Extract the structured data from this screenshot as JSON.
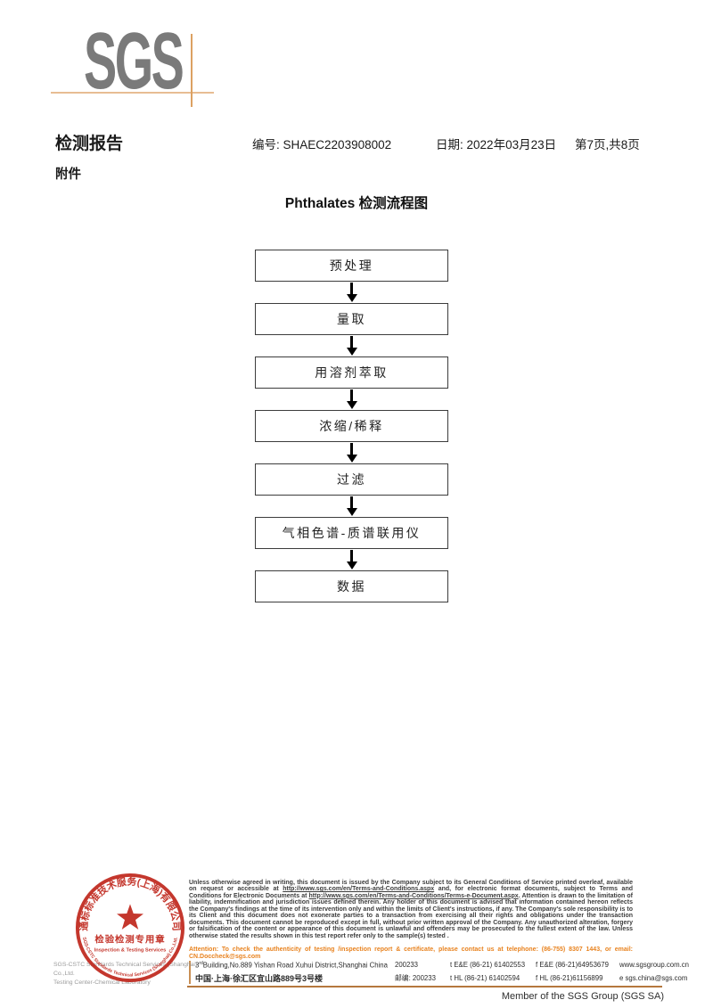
{
  "logo": {
    "text": "SGS"
  },
  "header": {
    "report_title": "检测报告",
    "report_no_label": "编号:",
    "report_no": "SHAEC2203908002",
    "date_label": "日期:",
    "date": "2022年03月23日",
    "page_info": "第7页,共8页",
    "attachment": "附件"
  },
  "flowchart": {
    "title": "Phthalates 检测流程图",
    "steps": [
      "预处理",
      "量取",
      "用溶剂萃取",
      "浓缩/稀释",
      "过滤",
      "气相色谱-质谱联用仪",
      "数据"
    ]
  },
  "stamp": {
    "company_cn": "通标标准技术服务(上海)有限公司",
    "seal_title": "检验检测专用章",
    "seal_subtitle": "Inspection & Testing Services",
    "company_en": "SGS-CSTC Standards Technical Services (Shanghai) Co.,Ltd.",
    "color": "#c0281e"
  },
  "footer": {
    "company_line1": "SGS-CSTC Standards Technical Services (Shanghai) Co.,Ltd.",
    "company_line2": "Testing Center-Chemical Laboratory",
    "legal": {
      "p1": "Unless otherwise agreed in writing, this document is issued by the Company subject to its General Conditions of Service printed overleaf, available on request or accessible at ",
      "link1": "http://www.sgs.com/en/Terms-and-Conditions.aspx",
      "p2": " and, for electronic format documents, subject to Terms and Conditions for Electronic Documents at ",
      "link2": "http://www.sgs.com/en/Terms-and-Conditions/Terms-e-Document.aspx",
      "p3": ". Attention is drawn to the limitation of liability, indemnification and jurisdiction issues defined therein. Any holder of this document is advised that information contained hereon reflects the Company's findings at the time of its intervention only and within the limits of Client's instructions, if any. The Company's sole responsibility is to its Client and this document does not exonerate parties to a transaction from exercising all their rights and obligations under the transaction documents. This document cannot be reproduced except in full, without prior written approval of the Company. Any unauthorized alteration, forgery or falsification of the content or appearance of this document is unlawful and offenders may be prosecuted to the fullest extent of the law. Unless otherwise stated the results shown in this test report refer only to the sample(s) tested ."
    },
    "attention": "Attention: To check the authenticity of testing /inspection report & certificate, please contact us at telephone: (86-755) 8307 1443, or email: CN.Doccheck@sgs.com",
    "address": {
      "en_prefix": "3",
      "en_sup": "rd",
      "en_rest": "Building,No.889 Yishan Road Xuhui District,Shanghai China",
      "en_postal": "200233",
      "tel1": "t E&E (86-21) 61402553",
      "fax1": "f E&E (86-21)64953679",
      "web": "www.sgsgroup.com.cn",
      "cn": "中国·上海·徐汇区宜山路889号3号楼",
      "cn_postal": "邮编: 200233",
      "tel2": "t HL (86-21) 61402594",
      "fax2": "f HL (86-21)61156899",
      "email": "e sgs.china@sgs.com"
    },
    "member": "Member of the SGS Group (SGS SA)"
  }
}
